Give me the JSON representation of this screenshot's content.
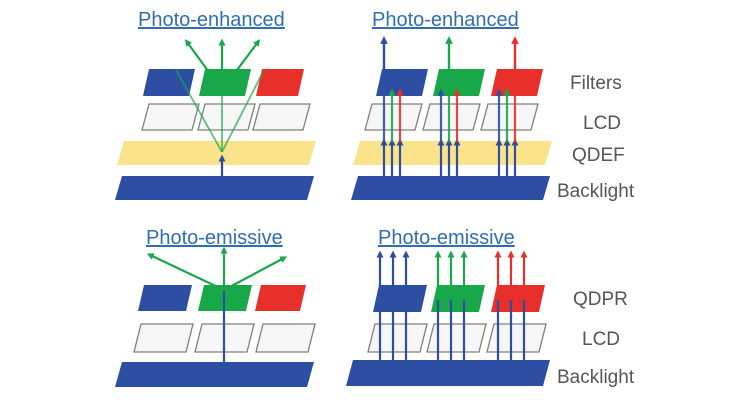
{
  "colors": {
    "blue": "#2e4ea3",
    "green": "#18a84a",
    "red": "#e8302a",
    "yellow": "#fbe38b",
    "lcd_fill": "#f6f6f6",
    "lcd_stroke": "#7f7f7f",
    "title": "#2f6db6",
    "label": "#555555"
  },
  "panels": [
    {
      "title": "Photo-enhanced",
      "mode": "single-source"
    },
    {
      "title": "Photo-enhanced",
      "mode": "per-pixel"
    },
    {
      "title": "Photo-emissive",
      "mode": "single-source"
    },
    {
      "title": "Photo-emissive",
      "mode": "per-pixel"
    }
  ],
  "layer_labels": {
    "top": [
      "Filters",
      "LCD",
      "QDEF",
      "Backlight"
    ],
    "bottom": [
      "QDPR",
      "LCD",
      "Backlight"
    ]
  }
}
